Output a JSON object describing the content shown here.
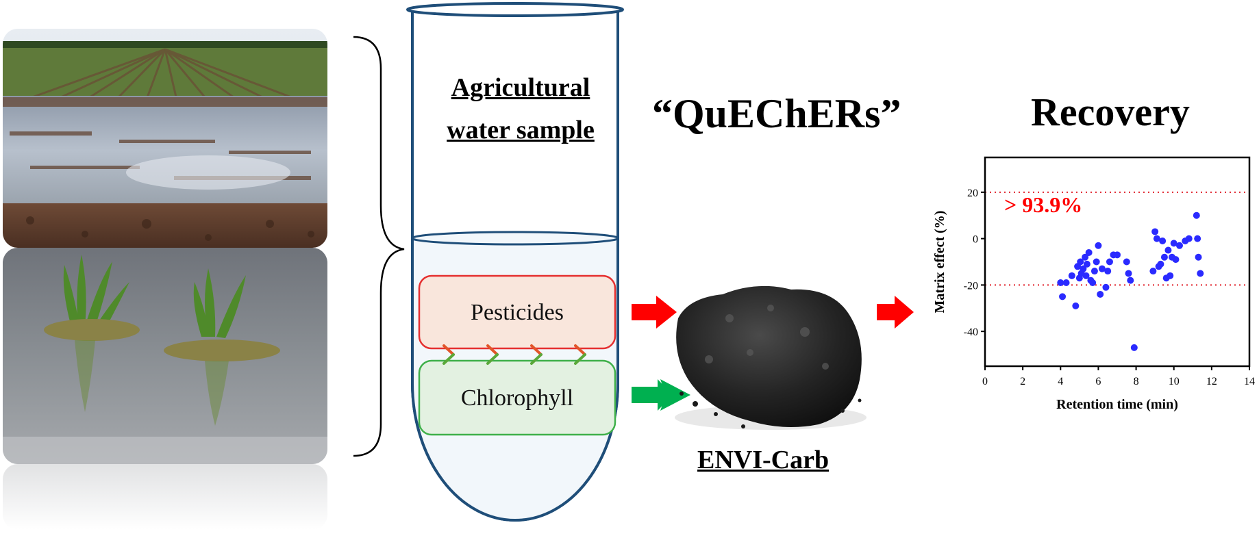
{
  "tube": {
    "label_line1": "Agricultural",
    "label_line2": "water sample",
    "top_box": "Pesticides",
    "bottom_box": "Chlorophyll"
  },
  "method": {
    "title": "“QuEChERs”",
    "sorbent_label": "ENVI-Carb"
  },
  "recovery": {
    "title": "Recovery",
    "annotation": "> 93.9%"
  },
  "colors": {
    "tube_stroke": "#1f4e79",
    "tube_fill": "#f2f7fb",
    "pesticide_fill": "#f9e6dc",
    "pesticide_stroke": "#e53030",
    "chlorophyll_fill": "#e3f1e1",
    "chlorophyll_stroke": "#3fb04a",
    "arrow_red": "#ff0000",
    "arrow_green": "#00b050",
    "point_color": "#2a2aff",
    "threshold_line": "#e0202a"
  },
  "chart_data": {
    "type": "scatter",
    "xlabel": "Retention time (min)",
    "ylabel": "Matrix effect (%)",
    "xlim": [
      0,
      14
    ],
    "ylim": [
      -55,
      35
    ],
    "xticks": [
      0,
      2,
      4,
      6,
      8,
      10,
      12,
      14
    ],
    "yticks": [
      -40,
      -20,
      0,
      20
    ],
    "grid": false,
    "reference_lines": [
      20,
      -20
    ],
    "x": [
      4.0,
      4.1,
      4.3,
      4.6,
      4.8,
      4.9,
      5.0,
      5.05,
      5.1,
      5.2,
      5.3,
      5.35,
      5.4,
      5.5,
      5.6,
      5.7,
      5.8,
      5.9,
      6.0,
      6.1,
      6.2,
      6.4,
      6.5,
      6.6,
      6.8,
      7.0,
      7.5,
      7.6,
      7.7,
      7.9,
      8.9,
      9.0,
      9.1,
      9.2,
      9.3,
      9.4,
      9.5,
      9.6,
      9.7,
      9.8,
      9.9,
      10.0,
      10.1,
      10.3,
      10.6,
      10.8,
      11.2,
      11.25,
      11.3,
      11.4
    ],
    "y": [
      -19,
      -25,
      -19,
      -16,
      -29,
      -12,
      -17,
      -10,
      -15,
      -13,
      -8,
      -16,
      -11,
      -6,
      -18,
      -19,
      -14,
      -10,
      -3,
      -24,
      -13,
      -21,
      -14,
      -10,
      -7,
      -7,
      -10,
      -15,
      -18,
      -47,
      -14,
      3,
      0,
      -12,
      -11,
      -1,
      -8,
      -17,
      -5,
      -16,
      -8,
      -2,
      -9,
      -3,
      -1,
      0,
      10,
      0,
      -8,
      -15
    ]
  }
}
